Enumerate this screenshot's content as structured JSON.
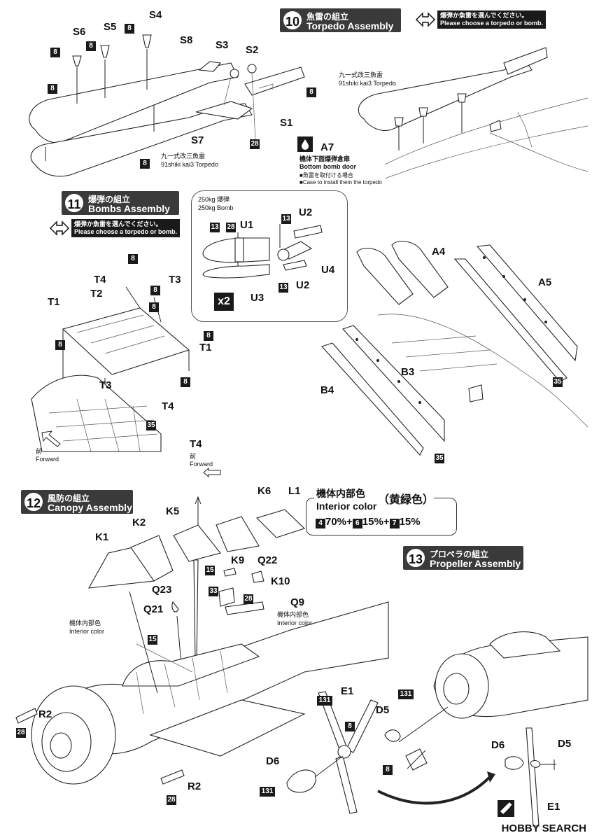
{
  "step10": {
    "number": "10",
    "title_jp": "魚雷の組立",
    "title_en": "Torpedo Assembly",
    "choose_jp": "爆弾か魚雷を選んでください。",
    "choose_en": "Please choose a torpedo or bomb.",
    "torpedo_jp": "九一式改三魚雷",
    "torpedo_en": "91shiki kai3 Torpedo",
    "torpedo2_jp": "九一式改三魚雷",
    "torpedo2_en": "91shiki kai3 Torpedo",
    "a7_label": "A7",
    "a7_jp": "機体下面爆弾倉扉",
    "a7_en": "Bottom bomb door",
    "a7_note_jp": "■魚雷を取付ける場合",
    "a7_note_en": "■Case to install them the torpedo",
    "labels": {
      "s1": "S1",
      "s2": "S2",
      "s3": "S3",
      "s4": "S4",
      "s5": "S5",
      "s6": "S6",
      "s7": "S7",
      "s8": "S8"
    },
    "nums": {
      "n8a": "8",
      "n8b": "8",
      "n8c": "8",
      "n8d": "8",
      "n8e": "8",
      "n8f": "8",
      "n28": "28"
    }
  },
  "step11": {
    "number": "11",
    "title_jp": "爆弾の組立",
    "title_en": "Bombs Assembly",
    "choose_jp": "爆弾か魚雷を選んでください。",
    "choose_en": "Please choose a torpedo or bomb.",
    "bomb_jp": "250kg 爆弾",
    "bomb_en": "250kg Bomb",
    "times": "x2",
    "forward_jp": "前",
    "forward_en": "Forward",
    "forward2_jp": "前",
    "forward2_en": "Forward",
    "labels": {
      "u1": "U1",
      "u2a": "U2",
      "u2b": "U2",
      "u3": "U3",
      "u4": "U4",
      "t1a": "T1",
      "t1b": "T1",
      "t2": "T2",
      "t3a": "T3",
      "t3b": "T3",
      "t4a": "T4",
      "t4b": "T4",
      "t4c": "T4",
      "a4": "A4",
      "a5": "A5",
      "b3": "B3",
      "b4": "B4"
    },
    "nums": {
      "n13a": "13",
      "n28a": "28",
      "n13b": "13",
      "n13c": "13",
      "n8a": "8",
      "n8b": "8",
      "n8c": "8",
      "n8d": "8",
      "n8e": "8",
      "n35a": "35",
      "n35b": "35",
      "n35c": "35"
    }
  },
  "step12": {
    "number": "12",
    "title_jp": "風防の組立",
    "title_en": "Canopy Assembly",
    "interior_jp": "機体内部色",
    "interior_en": "Interior color",
    "interior_suffix": "（黄緑色）",
    "mix": [
      {
        "num": "4",
        "pct": "70%"
      },
      {
        "num": "6",
        "pct": "15%"
      },
      {
        "num": "7",
        "pct": "15%"
      }
    ],
    "plus": "+",
    "interior2_jp": "機体内部色",
    "interior2_en": "Interior color",
    "interior3_jp": "機体内部色",
    "interior3_en": "Interior color",
    "labels": {
      "k1": "K1",
      "k2": "K2",
      "k5": "K5",
      "k6": "K6",
      "k9": "K9",
      "k10": "K10",
      "l1": "L1",
      "q9": "Q9",
      "q21": "Q21",
      "q22": "Q22",
      "q23": "Q23",
      "r2a": "R2",
      "r2b": "R2"
    },
    "nums": {
      "n15a": "15",
      "n15b": "15",
      "n33": "33",
      "n28a": "28",
      "n28b": "28",
      "n28c": "28"
    }
  },
  "step13": {
    "number": "13",
    "title_jp": "プロペラの組立",
    "title_en": "Propeller Assembly",
    "labels": {
      "e1a": "E1",
      "e1b": "E1",
      "d5a": "D5",
      "d5b": "D5",
      "d6a": "D6",
      "d6b": "D6"
    },
    "nums": {
      "n131a": "131",
      "n131b": "131",
      "n131c": "131",
      "n8": "8"
    }
  },
  "watermark": "HOBBY SEARCH"
}
